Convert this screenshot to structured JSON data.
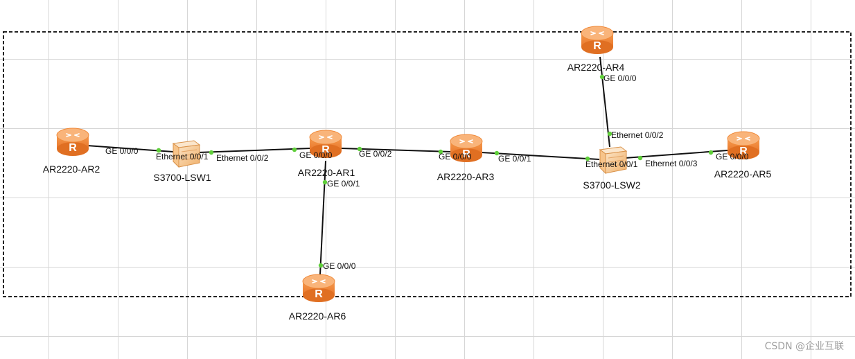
{
  "colors": {
    "router_body": "#f28a3c",
    "router_top": "#f9b47a",
    "switch_body": "#f7c48a",
    "link": "#111111",
    "port_dot": "#5fcf3a",
    "area_border": "#222222",
    "grid": "#d6d6d6"
  },
  "devices": [
    {
      "id": "AR2",
      "kind": "router",
      "label": "AR2220-AR2"
    },
    {
      "id": "LSW1",
      "kind": "switch",
      "label": "S3700-LSW1"
    },
    {
      "id": "AR1",
      "kind": "router",
      "label": "AR2220-AR1"
    },
    {
      "id": "AR3",
      "kind": "router",
      "label": "AR2220-AR3"
    },
    {
      "id": "LSW2",
      "kind": "switch",
      "label": "S3700-LSW2"
    },
    {
      "id": "AR4",
      "kind": "router",
      "label": "AR2220-AR4"
    },
    {
      "id": "AR5",
      "kind": "router",
      "label": "AR2220-AR5"
    },
    {
      "id": "AR6",
      "kind": "router",
      "label": "AR2220-AR6"
    }
  ],
  "links": [
    {
      "from": "AR2",
      "to": "LSW1",
      "from_port": "GE 0/0/0",
      "to_port": "Ethernet 0/0/1"
    },
    {
      "from": "LSW1",
      "to": "AR1",
      "from_port": "Ethernet 0/0/2",
      "to_port": "GE 0/0/0"
    },
    {
      "from": "AR1",
      "to": "AR3",
      "from_port": "GE 0/0/2",
      "to_port": "GE 0/0/0"
    },
    {
      "from": "AR3",
      "to": "LSW2",
      "from_port": "GE 0/0/1",
      "to_port": "Ethernet 0/0/1"
    },
    {
      "from": "LSW2",
      "to": "AR4",
      "from_port": "Ethernet 0/0/2",
      "to_port": "GE 0/0/0"
    },
    {
      "from": "LSW2",
      "to": "AR5",
      "from_port": "Ethernet 0/0/3",
      "to_port": "GE 0/0/0"
    },
    {
      "from": "AR1",
      "to": "AR6",
      "from_port": "GE 0/0/1",
      "to_port": "GE 0/0/0"
    }
  ],
  "router_glyph": "R",
  "watermark": "CSDN @企业互联"
}
